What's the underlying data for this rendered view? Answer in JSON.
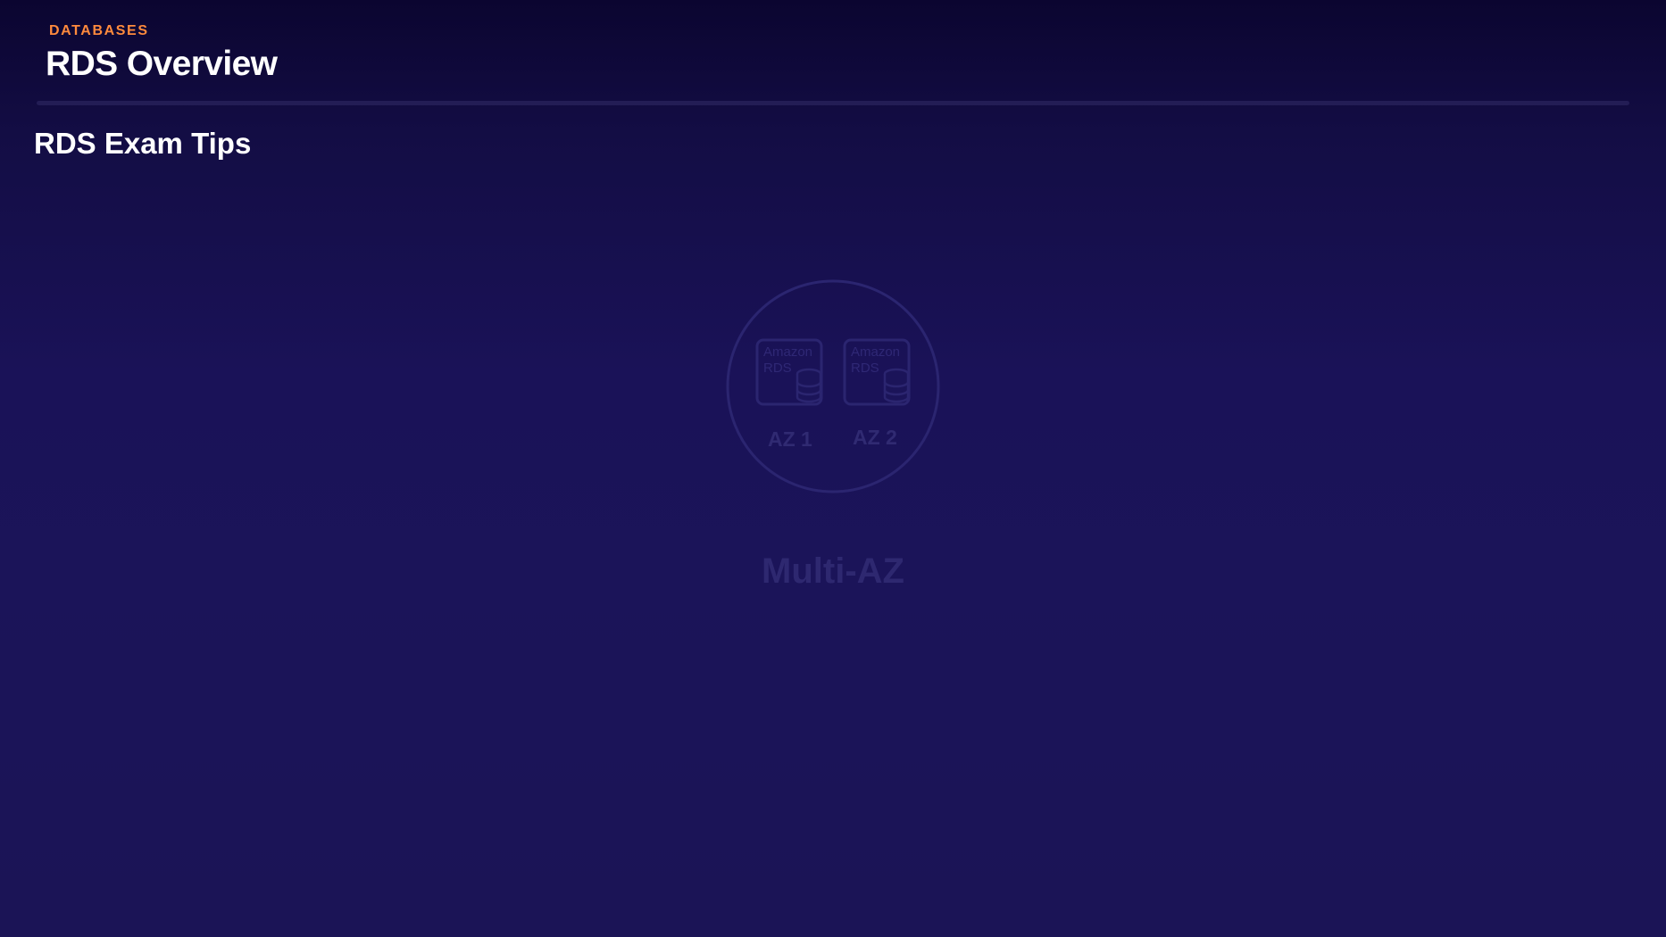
{
  "header": {
    "category": "DATABASES",
    "title": "RDS Overview"
  },
  "section": {
    "title": "RDS Exam Tips"
  },
  "diagram": {
    "caption": "Multi-AZ",
    "instances": [
      {
        "service_label_line1": "Amazon",
        "service_label_line2": "RDS",
        "az_label": "AZ 1",
        "icon": "database-icon"
      },
      {
        "service_label_line1": "Amazon",
        "service_label_line2": "RDS",
        "az_label": "AZ 2",
        "icon": "database-icon"
      }
    ]
  },
  "colors": {
    "accent": "#ff8a3d",
    "title": "#ffffff",
    "background_top": "#0b0530",
    "background_bottom": "#1b1456",
    "diagram_faded": "#2f2875"
  }
}
